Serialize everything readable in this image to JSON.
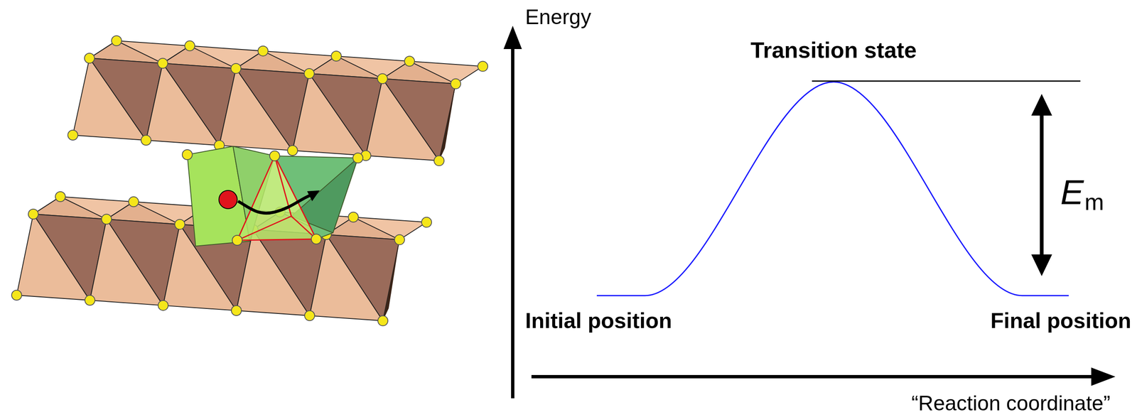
{
  "diagram": {
    "labels": [
      "Energy",
      "Transition state",
      "E",
      "m",
      "Initial position",
      "Final position",
      "“Reaction coordinate”"
    ]
  }
}
